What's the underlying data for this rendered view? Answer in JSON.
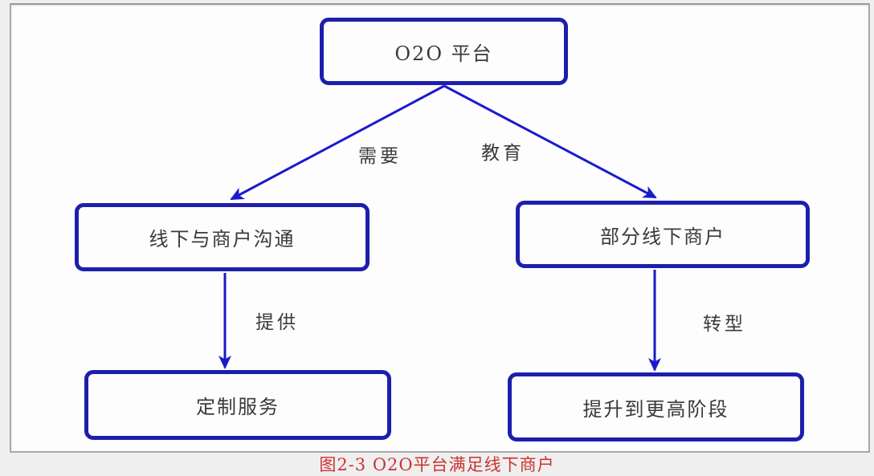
{
  "figure": {
    "caption": "图2-3 O2O平台满足线下商户"
  },
  "diagram": {
    "nodes": [
      {
        "id": "o2o-platform",
        "label": "O2O 平台"
      },
      {
        "id": "offline-communication",
        "label": "线下与商户沟通"
      },
      {
        "id": "partial-offline-merchants",
        "label": "部分线下商户"
      },
      {
        "id": "custom-service",
        "label": "定制服务"
      },
      {
        "id": "upgrade-stage",
        "label": "提升到更高阶段"
      }
    ],
    "edges": [
      {
        "from": "o2o-platform",
        "to": "offline-communication",
        "label": "需要"
      },
      {
        "from": "o2o-platform",
        "to": "partial-offline-merchants",
        "label": "教育"
      },
      {
        "from": "offline-communication",
        "to": "custom-service",
        "label": "提供"
      },
      {
        "from": "partial-offline-merchants",
        "to": "upgrade-stage",
        "label": "转型"
      }
    ]
  },
  "colors": {
    "page_bg": "#efefef",
    "panel_bg": "#fdfdfd",
    "panel_border": "#a9a9a9",
    "node_border": "#1e1ead",
    "node_text": "#3a3a3a",
    "arrow": "#1a1acd",
    "caption_text": "#cc3333"
  }
}
